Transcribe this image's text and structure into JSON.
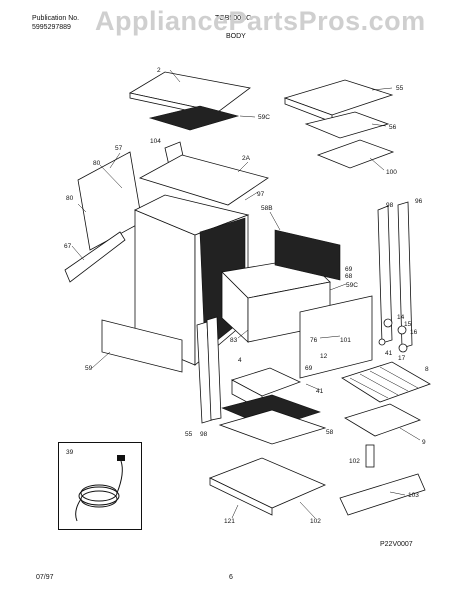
{
  "header": {
    "publication_label": "Publication No.",
    "publication_number": "5995297889",
    "model": "TGB500CC",
    "section": "BODY"
  },
  "watermark": "AppliancePartsPros.com",
  "footer": {
    "date": "07/97",
    "page": "6",
    "drawing_code": "P22V0007"
  },
  "part_labels": [
    "2",
    "55",
    "59C",
    "104",
    "56",
    "2A",
    "57",
    "100",
    "80",
    "97",
    "58B",
    "98",
    "96",
    "80",
    "67",
    "59",
    "59C",
    "68",
    "69",
    "83",
    "14",
    "15",
    "16",
    "76",
    "101",
    "12",
    "41",
    "17",
    "4",
    "41",
    "69",
    "8",
    "55",
    "98",
    "58",
    "9",
    "39",
    "102",
    "103",
    "121",
    "102"
  ]
}
